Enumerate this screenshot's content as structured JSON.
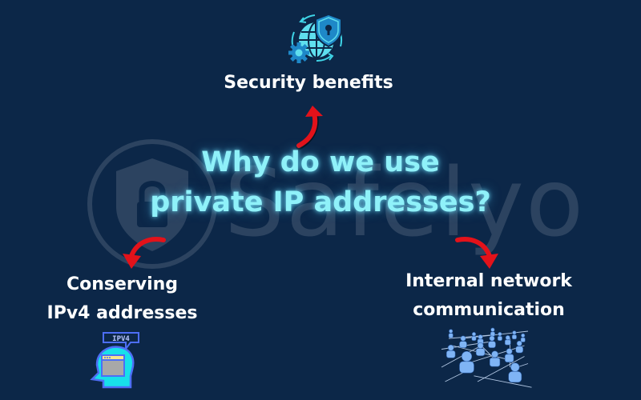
{
  "diagram": {
    "title_lines": [
      "Why do we use",
      "private IP addresses?"
    ],
    "watermark": {
      "text": "Safelyo",
      "logo": "shield-lock-circle-icon"
    },
    "branches": [
      {
        "id": "security",
        "direction": "up",
        "label_lines": [
          "Security benefits"
        ],
        "icon": "globe-shield-gear-icon"
      },
      {
        "id": "conserving",
        "direction": "down-left",
        "label_lines": [
          "Conserving",
          "IPv4 addresses"
        ],
        "icon": "head-ipv4-bubble-icon",
        "icon_text": "IPV4"
      },
      {
        "id": "internal",
        "direction": "down-right",
        "label_lines": [
          "Internal network",
          "communication"
        ],
        "icon": "people-network-icon"
      }
    ],
    "colors": {
      "background": "#0c2748",
      "title": "#8ff1f9",
      "labels": "#ffffff",
      "arrows": "#e3121a",
      "icon_cyan": "#3fd4e6",
      "icon_blue": "#1e88c8"
    }
  }
}
